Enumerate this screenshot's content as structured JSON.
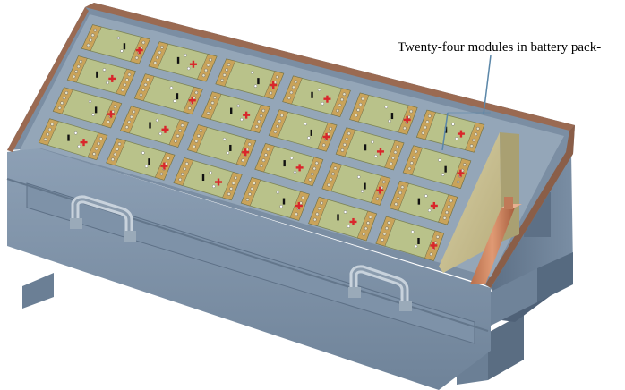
{
  "annotation": {
    "label": "Twenty-four modules in battery pack-"
  },
  "modules": {
    "count": 24,
    "rows": 4,
    "columns": 6
  },
  "colors": {
    "enclosure": "#7a8ea4",
    "enclosure_dark": "#5d7086",
    "rim": "#9a6a52",
    "module_plate": "#b9c28a",
    "interconnect": "#c9a35a",
    "positive_mark": "#d9262b",
    "negative_mark": "#111111",
    "callout_line": "#5a86a8"
  }
}
